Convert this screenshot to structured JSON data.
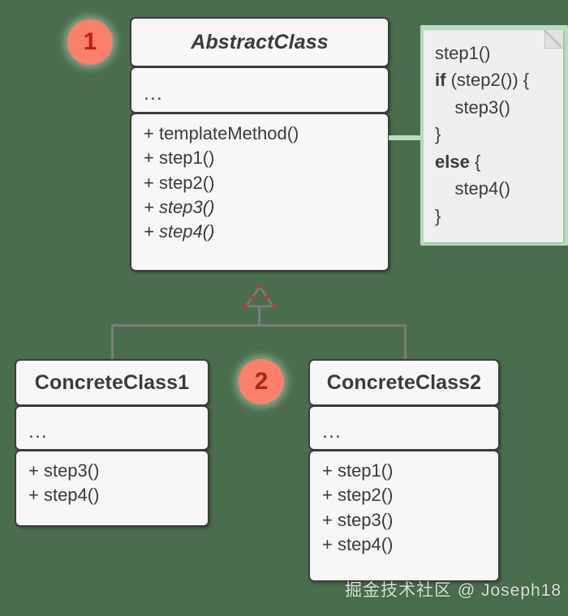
{
  "diagram": {
    "title": "Template Method pattern UML class diagram",
    "background_color": "#4a6e4d",
    "accent_color": "#fb8069",
    "note_border_color": "#b9dcc1"
  },
  "badges": [
    {
      "label": "1"
    },
    {
      "label": "2"
    }
  ],
  "classes": [
    {
      "name": "AbstractClass",
      "is_abstract": true,
      "attributes": "...",
      "operations": [
        {
          "text": "+ templateMethod()",
          "abstract": false
        },
        {
          "text": "+ step1()",
          "abstract": false
        },
        {
          "text": "+ step2()",
          "abstract": false
        },
        {
          "text": "+ step3()",
          "abstract": true
        },
        {
          "text": "+ step4()",
          "abstract": true
        }
      ]
    },
    {
      "name": "ConcreteClass1",
      "is_abstract": false,
      "attributes": "...",
      "operations": [
        {
          "text": "+ step3()",
          "abstract": false
        },
        {
          "text": "+ step4()",
          "abstract": false
        }
      ]
    },
    {
      "name": "ConcreteClass2",
      "is_abstract": false,
      "attributes": "...",
      "operations": [
        {
          "text": "+ step1()",
          "abstract": false
        },
        {
          "text": "+ step2()",
          "abstract": false
        },
        {
          "text": "+ step3()",
          "abstract": false
        },
        {
          "text": "+ step4()",
          "abstract": false
        }
      ]
    }
  ],
  "note": {
    "lines": [
      {
        "pre": "",
        "keyword": "",
        "post": "step1()"
      },
      {
        "pre": "",
        "keyword": "if",
        "post": " (step2()) {"
      },
      {
        "pre": "",
        "keyword": "",
        "post": "    step3()"
      },
      {
        "pre": "",
        "keyword": "",
        "post": "}"
      },
      {
        "pre": "",
        "keyword": "else",
        "post": " {"
      },
      {
        "pre": "",
        "keyword": "",
        "post": "    step4()"
      },
      {
        "pre": "",
        "keyword": "",
        "post": "}"
      }
    ]
  },
  "watermark": {
    "text": "掘金技术社区 @ Joseph18"
  }
}
